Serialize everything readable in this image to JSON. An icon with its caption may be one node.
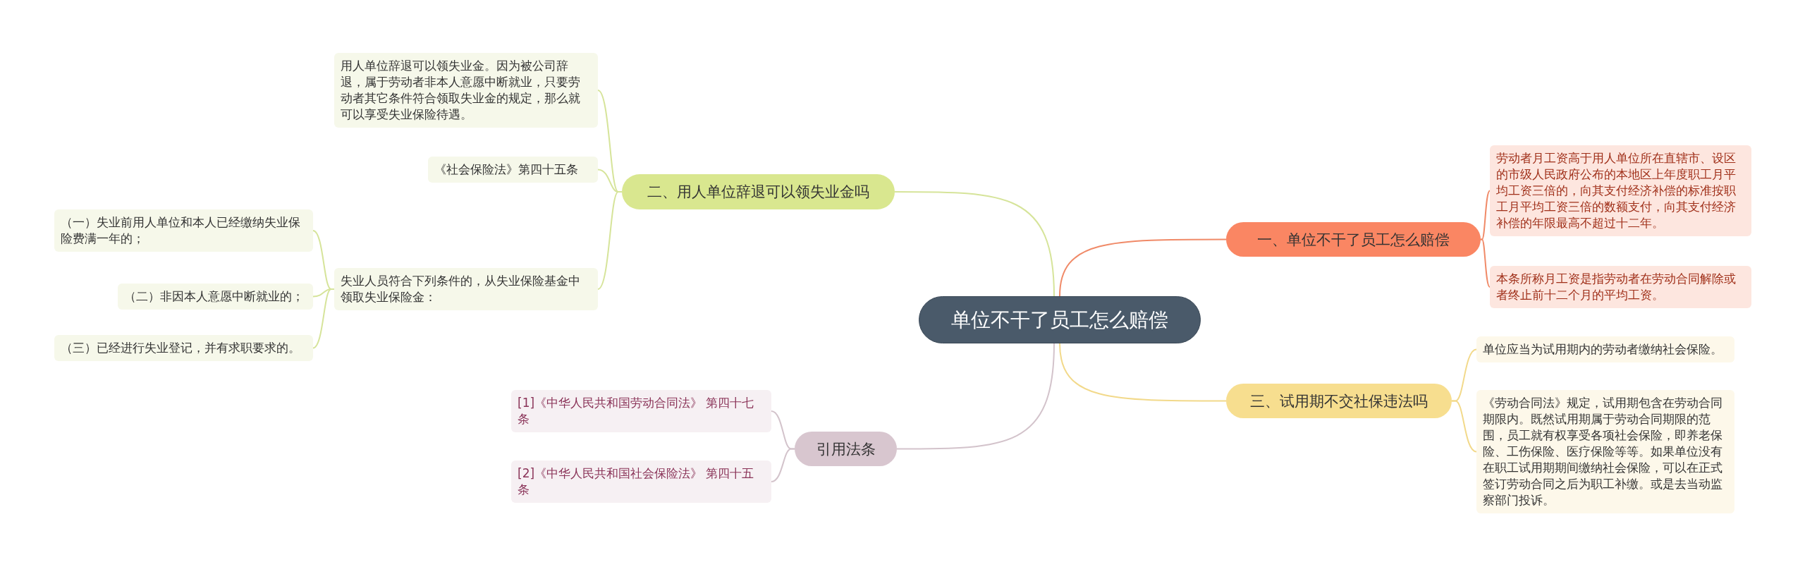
{
  "diagram": {
    "nodes": [
      {
        "text": [
          "单位不干了员工怎么赔偿"
        ]
      },
      {
        "text": [
          "二、用人单位辞退可以领失业金吗"
        ]
      },
      {
        "text": [
          "用人单位辞退可以领失业金。因为被公司辞退，属于劳动者非本人意愿中断就业，只要劳动者其它条件符合领取失业金的规定，那么就可以享受失业保险待遇。"
        ]
      },
      {
        "text": [
          "《社会保险法》第四十五条"
        ]
      },
      {
        "text": [
          "失业人员符合下列条件的，从失业保险基金中领取失业保险金："
        ]
      },
      {
        "text": [
          "（一）失业前用人单位和本人已经缴纳失业保险费满一年的；"
        ]
      },
      {
        "text": [
          "（二）非因本人意愿中断就业的；"
        ]
      },
      {
        "text": [
          "（三）已经进行失业登记，并有求职要求的。"
        ]
      },
      {
        "text": [
          "引用法条"
        ]
      },
      {
        "text": [
          "[1]《中华人民共和国劳动合同法》 第四十七条"
        ]
      },
      {
        "text": [
          "[2]《中华人民共和国社会保险法》 第四十五条"
        ]
      },
      {
        "text": [
          "一、单位不干了员工怎么赔偿"
        ]
      },
      {
        "text": [
          "劳动者月工资高于用人单位所在直辖市、设区的市级人民政府公布的本地区上年度职工月平均工资三倍的，向其支付经济补偿的标准按职工月平均工资三倍的数额支付，向其支付经济补偿的年限最高不超过十二年。"
        ]
      },
      {
        "text": [
          "本条所称月工资是指劳动者在劳动合同解除或者终止前十二个月的平均工资。"
        ]
      },
      {
        "text": [
          "三、试用期不交社保违法吗"
        ]
      },
      {
        "text": [
          "单位应当为试用期内的劳动者缴纳社会保险。"
        ]
      },
      {
        "text": [
          "《劳动合同法》规定，试用期包含在劳动合同期限内。既然试用期属于劳动合同期限的范围，员工就有权享受各项社会保险，即养老保险、工伤保险、医疗保险等等。如果单位没有在职工试用期期间缴纳社会保险，可以在正式签订劳动合同之后为职工补缴。或是去当动监察部门投诉。"
        ]
      }
    ],
    "edges": [
      {
        "from": 0,
        "to": 1,
        "arrow": "none",
        "color": "#d6e49a"
      },
      {
        "from": 1,
        "to": 2,
        "arrow": "none",
        "color": "#d6e49a"
      },
      {
        "from": 1,
        "to": 3,
        "arrow": "none",
        "color": "#d6e49a"
      },
      {
        "from": 1,
        "to": 4,
        "arrow": "none",
        "color": "#d6e49a"
      },
      {
        "from": 4,
        "to": 5,
        "arrow": "none",
        "color": "#d6e49a"
      },
      {
        "from": 4,
        "to": 6,
        "arrow": "none",
        "color": "#d6e49a"
      },
      {
        "from": 4,
        "to": 7,
        "arrow": "none",
        "color": "#d6e49a"
      },
      {
        "from": 0,
        "to": 8,
        "arrow": "none",
        "color": "#d3c3cb"
      },
      {
        "from": 8,
        "to": 9,
        "arrow": "none",
        "color": "#d3c3cb"
      },
      {
        "from": 8,
        "to": 10,
        "arrow": "none",
        "color": "#d3c3cb"
      },
      {
        "from": 0,
        "to": 11,
        "arrow": "none",
        "color": "#f08a68"
      },
      {
        "from": 11,
        "to": 12,
        "arrow": "none",
        "color": "#f08a68"
      },
      {
        "from": 11,
        "to": 13,
        "arrow": "none",
        "color": "#f08a68"
      },
      {
        "from": 0,
        "to": 14,
        "arrow": "none",
        "color": "#f2d98a"
      },
      {
        "from": 14,
        "to": 15,
        "arrow": "none",
        "color": "#f2d98a"
      },
      {
        "from": 14,
        "to": 16,
        "arrow": "none",
        "color": "#f2d98a"
      }
    ]
  }
}
